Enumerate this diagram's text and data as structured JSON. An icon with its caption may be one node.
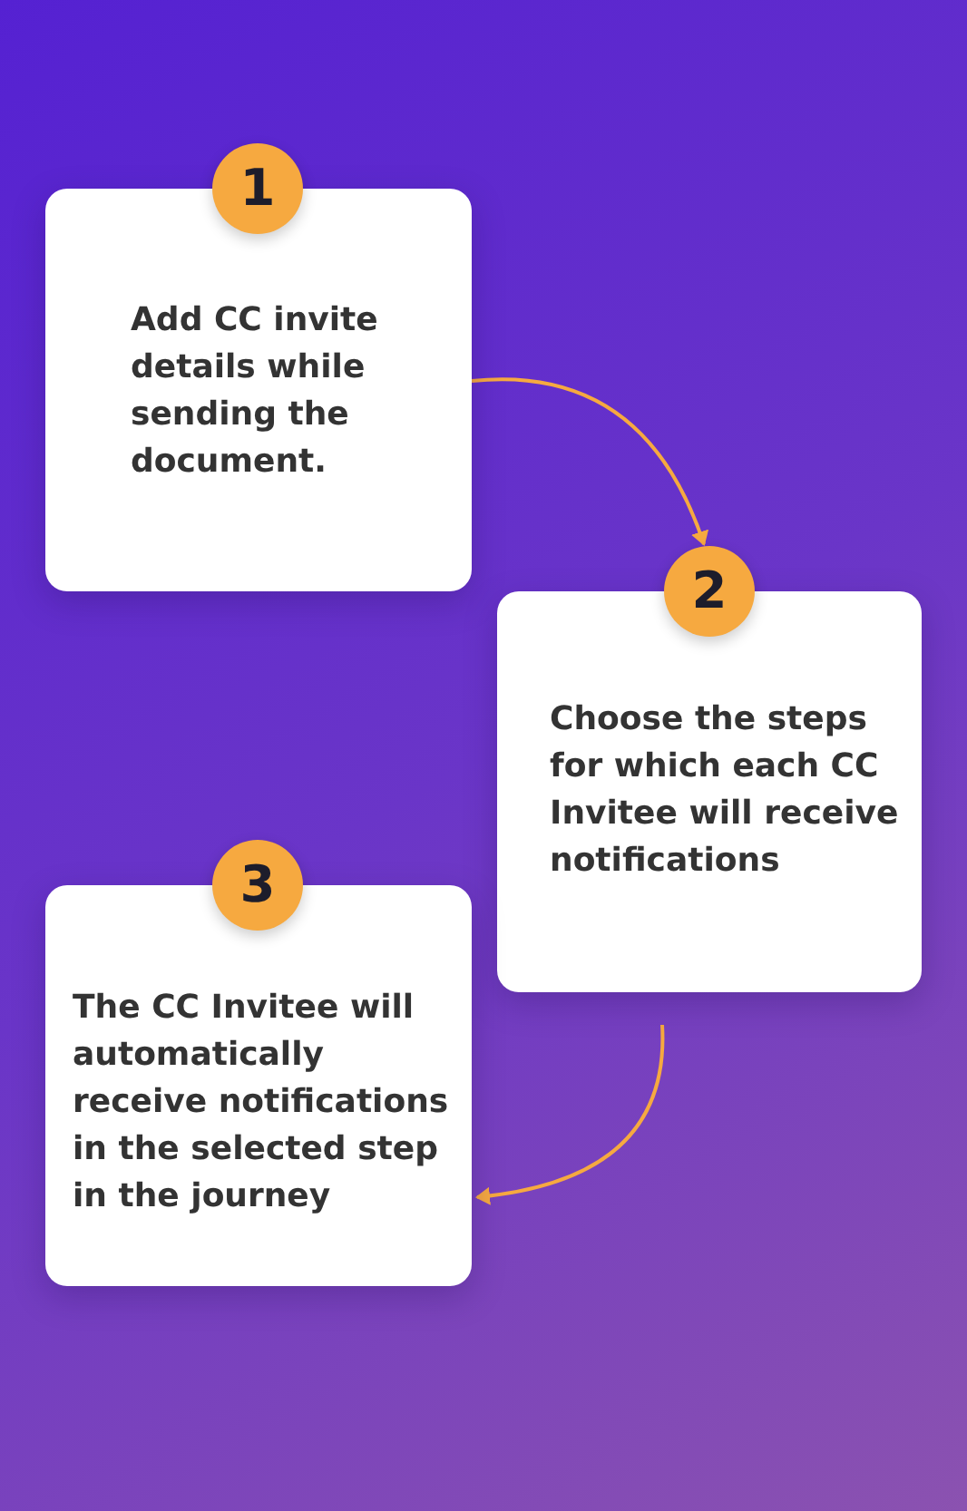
{
  "diagram": {
    "nodes": [
      {
        "text": [
          "1"
        ]
      },
      {
        "text": [
          "Add CC invite details while sending the document."
        ]
      },
      {
        "text": [
          "2"
        ]
      },
      {
        "text": [
          "Choose the steps for which each CC Invitee will receive notifications"
        ]
      },
      {
        "text": [
          "3"
        ]
      },
      {
        "text": [
          "The CC Invitee will automatically receive notifications in the selected step in the journey"
        ]
      }
    ],
    "edges": [
      {
        "from": 1,
        "to": 2,
        "arrow": "to"
      },
      {
        "from": 3,
        "to": 5,
        "arrow": "to"
      }
    ]
  }
}
